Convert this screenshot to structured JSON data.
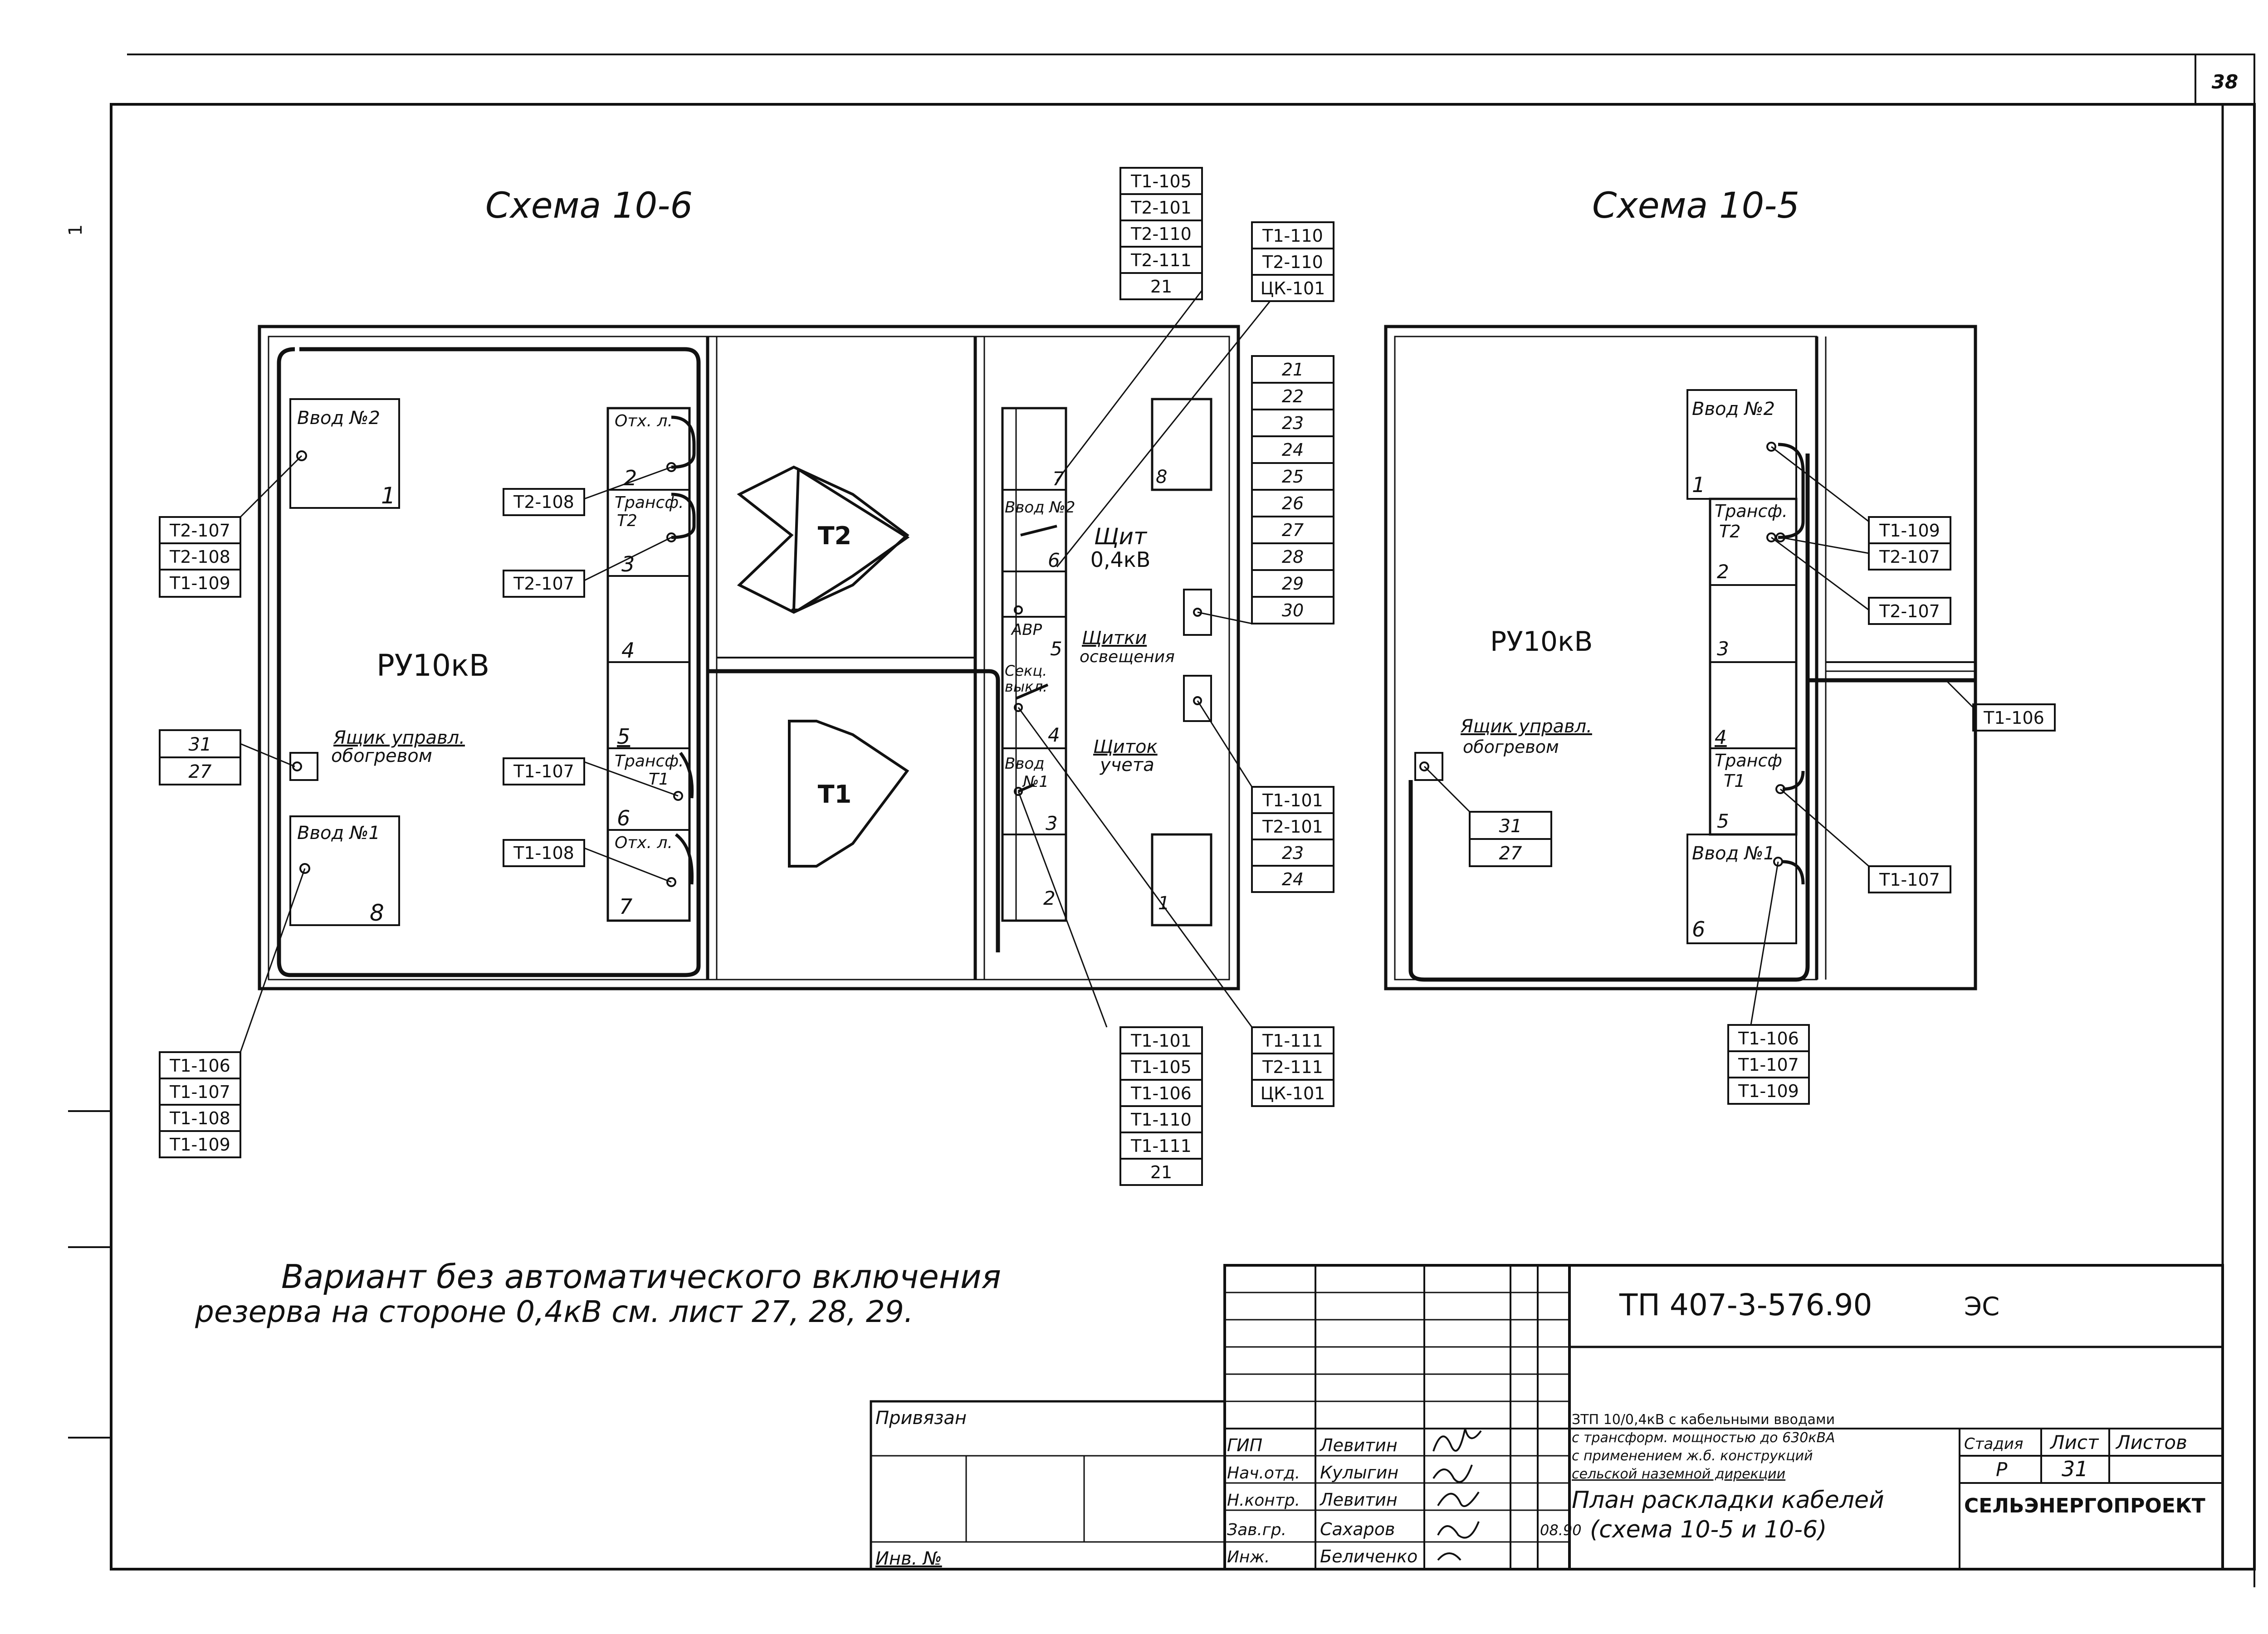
{
  "sheet": {
    "number": "38",
    "side_mark": "1"
  },
  "schemes": {
    "left_title": "Схема 10-6",
    "right_title": "Схема 10-5"
  },
  "left": {
    "ru_label": "РУ10кВ",
    "vvod2": "Ввод №2",
    "vvod2_num": "1",
    "vvod1": "Ввод №1",
    "vvod1_num": "8",
    "yashik": "Ящик управл.",
    "yashik2": "обогревом",
    "cells": {
      "c1": "Отх. л.",
      "c1n": "2",
      "c2": "Трансф.",
      "c2b": "Т2",
      "c2n": "3",
      "c3n": "4",
      "c4n": "5",
      "c4": "Трансф.",
      "c4b": "Т1",
      "c5n": "6",
      "c5": "Отх. л.",
      "c6n": "7"
    },
    "tags": {
      "in2": [
        "Т2-107",
        "Т2-108",
        "Т1-109"
      ],
      "heat": [
        "31",
        "27"
      ],
      "in1": [
        "Т1-106",
        "Т1-107",
        "Т1-108",
        "Т1-109"
      ],
      "t2_108": "Т2-108",
      "t2_107": "Т2-107",
      "t1_107": "Т1-107",
      "t1_108": "Т1-108"
    }
  },
  "transformers": {
    "t2": "Т2",
    "t1": "Т1"
  },
  "shield": {
    "title": "Щит",
    "voltage": "0,4кВ",
    "lighting1": "Щитки",
    "lighting2": "освещения",
    "meter1": "Щиток",
    "meter2": "учета",
    "panels": {
      "p7": "7",
      "vvod2": "Ввод №2",
      "p6": "6",
      "avr": "АВР",
      "p5": "5",
      "sekc": "Секц.",
      "sekc2": "выкл.",
      "p4": "4",
      "vvod1": "Ввод",
      "vvod1b": "№1",
      "p3": "3",
      "p2": "2",
      "r8": "8",
      "r1": "1"
    },
    "tags": {
      "top1": [
        "Т1-105",
        "Т2-101",
        "Т2-110",
        "Т2-111",
        "21"
      ],
      "top2": [
        "Т1-110",
        "Т2-110",
        "ЦК-101"
      ],
      "numbers": [
        "21",
        "22",
        "23",
        "24",
        "25",
        "26",
        "27",
        "28",
        "29",
        "30"
      ],
      "meter": [
        "Т1-101",
        "Т2-101",
        "23",
        "24"
      ],
      "bottom1": [
        "Т1-101",
        "Т1-105",
        "Т1-106",
        "Т1-110",
        "Т1-111",
        "21"
      ],
      "bottom2": [
        "Т1-111",
        "Т2-111",
        "ЦК-101"
      ]
    }
  },
  "right": {
    "ru_label": "РУ10кВ",
    "vvod2": "Ввод №2",
    "vvod2_num": "1",
    "tr2": "Трансф.",
    "tr2b": "Т2",
    "n2": "2",
    "n3": "3",
    "n4": "4",
    "tr1": "Трансф",
    "tr1b": "Т1",
    "n5": "5",
    "vvod1": "Ввод №1",
    "vvod1_num": "6",
    "yashik": "Ящик управл.",
    "yashik2": "обогревом",
    "tags": {
      "t2": [
        "Т1-109",
        "Т2-107"
      ],
      "t2_107": "Т2-107",
      "t1_106": "Т1-106",
      "t1_107": "Т1-107",
      "heat": [
        "31",
        "27"
      ],
      "in1": [
        "Т1-106",
        "Т1-107",
        "Т1-109"
      ]
    }
  },
  "note": {
    "line1": "Вариант без автоматического включения",
    "line2": "резерва на стороне 0,4кВ см. лист 27, 28, 29."
  },
  "stamp": {
    "doc_code": "ТП 407-3-576.90",
    "doc_kind": "ЭС",
    "desc1": "ЗТП 10/0,4кВ с кабельными вводами",
    "desc2": "с трансформ. мощностью до 630кВА",
    "desc3": "с применением ж.б. конструкций",
    "desc4": "сельской наземной дирекции",
    "sheet_title1": "План раскладки кабелей",
    "sheet_title2": "(схема 10-5 и 10-6)",
    "col_stage": "Стадия",
    "col_sheet": "Лист",
    "col_sheets": "Листов",
    "stage": "Р",
    "sheet_no": "31",
    "org": "СЕЛЬЭНЕРГОПРОЕКТ",
    "privyazan": "Привязан",
    "inv": "Инв. №",
    "people": [
      {
        "role": "ГИП",
        "name": "Левитин"
      },
      {
        "role": "Нач.отд.",
        "name": "Кулыгин"
      },
      {
        "role": "Н.контр.",
        "name": "Левитин"
      },
      {
        "role": "Зав.гр.",
        "name": "Сахаров"
      },
      {
        "role": "Инж.",
        "name": "Беличенко"
      }
    ],
    "date": "08.90"
  }
}
